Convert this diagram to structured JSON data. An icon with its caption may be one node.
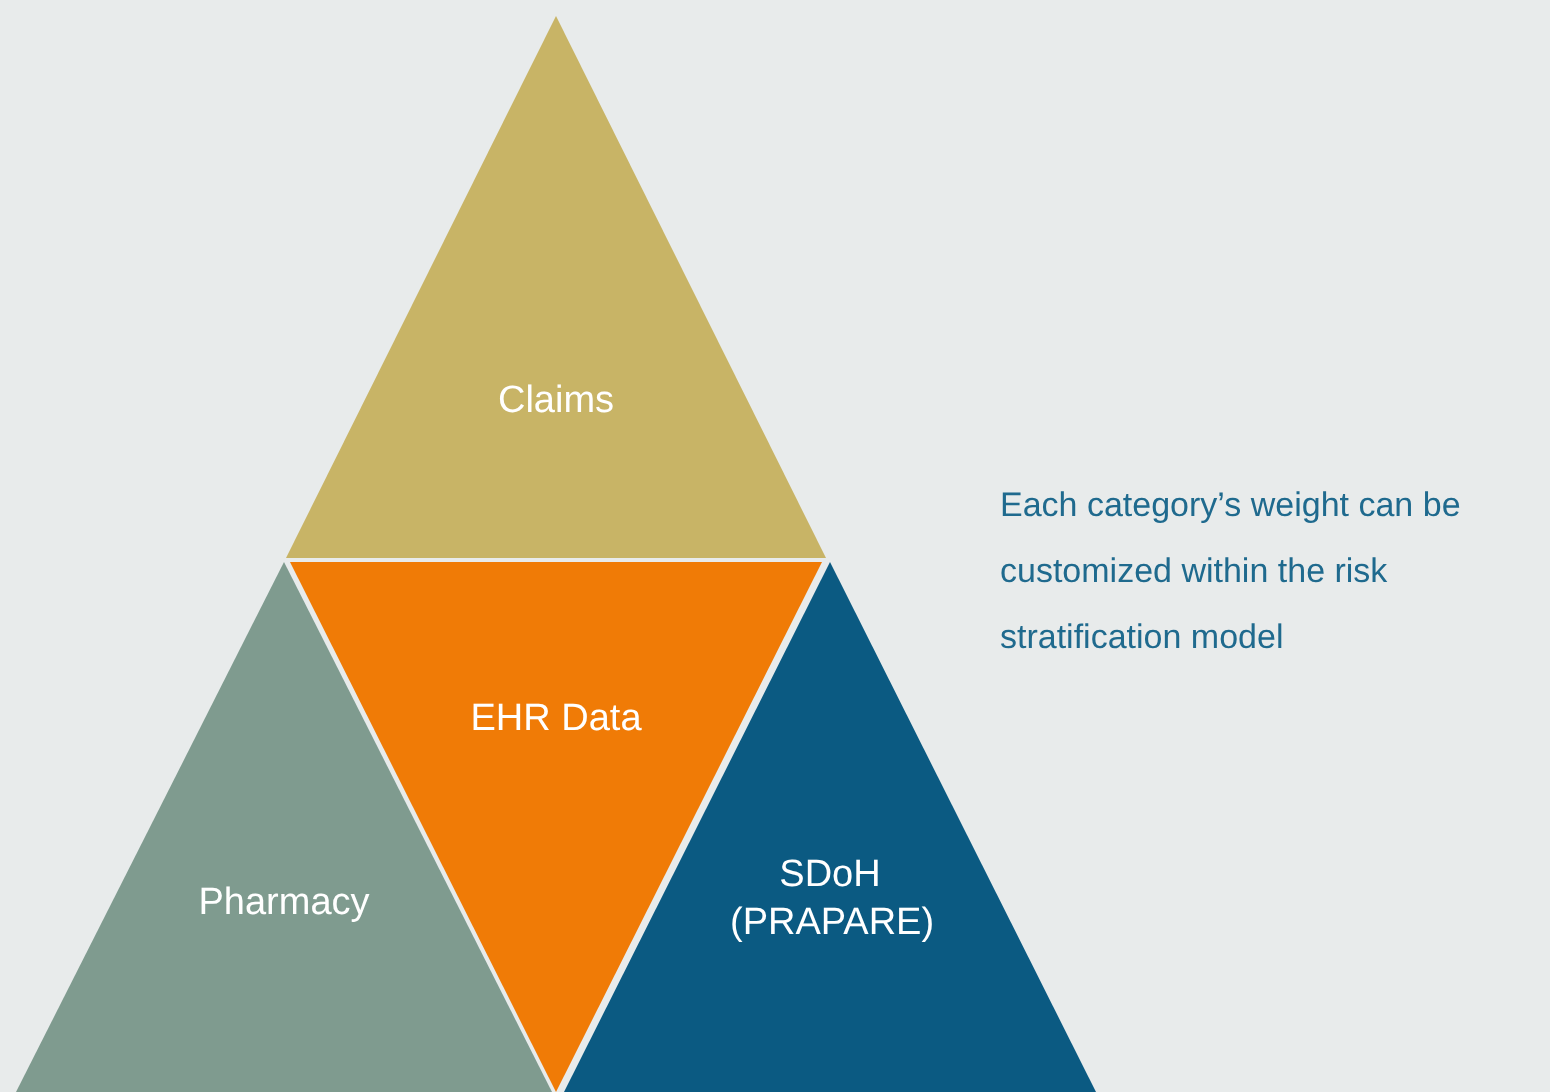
{
  "diagram": {
    "nodes": [
      {
        "text": [
          "Claims"
        ]
      },
      {
        "text": [
          "Pharmacy"
        ]
      },
      {
        "text": [
          "EHR Data"
        ]
      },
      {
        "text": [
          "SDoH (PRAPARE)"
        ]
      }
    ],
    "labels": [
      "Each category’s weight can be customized within the risk stratification model"
    ]
  }
}
